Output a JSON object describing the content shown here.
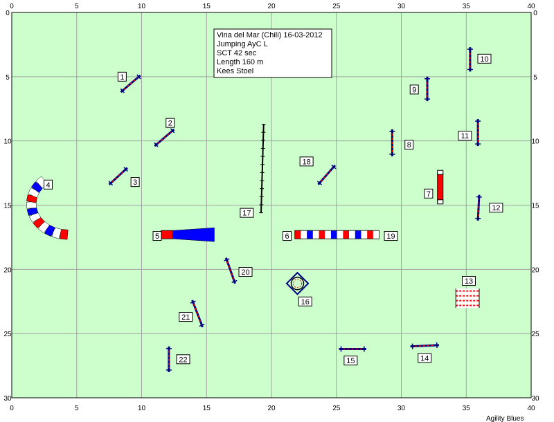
{
  "info": {
    "lines": [
      "Vina del Mar (Chili) 16-03-2012",
      "Jumping AyC L",
      "SCT 42 sec",
      "Length 160 m",
      "Kees Stoel"
    ]
  },
  "axes": {
    "x_ticks": [
      0,
      5,
      10,
      15,
      20,
      25,
      30,
      35,
      40
    ],
    "y_ticks": [
      0,
      5,
      10,
      15,
      20,
      25,
      30
    ],
    "x_range": [
      0,
      40
    ],
    "y_range": [
      0,
      30
    ],
    "grid": true
  },
  "colors": {
    "field": "#ccffcc",
    "grid": "#a0a0a0",
    "red": "#ff0000",
    "blue": "#0000ff",
    "pole": "#000080",
    "wing": "#000000"
  },
  "obstacles": [
    {
      "num": "1",
      "type": "jump",
      "x1": 8.4,
      "y1": 6.2,
      "x2": 9.9,
      "y2": 4.9,
      "lx": 8.5,
      "ly": 5.0
    },
    {
      "num": "2",
      "type": "jump",
      "x1": 11.0,
      "y1": 10.4,
      "x2": 12.5,
      "y2": 9.1,
      "lx": 12.2,
      "ly": 8.6
    },
    {
      "num": "3",
      "type": "jump",
      "x1": 7.5,
      "y1": 13.4,
      "x2": 8.9,
      "y2": 12.1,
      "lx": 9.5,
      "ly": 13.2
    },
    {
      "num": "4",
      "type": "curved-tunnel",
      "lx": 2.8,
      "ly": 13.4
    },
    {
      "num": "5",
      "type": "chute",
      "lx": 11.2,
      "ly": 17.4
    },
    {
      "num": "6",
      "type": "tunnel",
      "lx": 21.2,
      "ly": 17.4
    },
    {
      "num": "7",
      "type": "wall",
      "lx": 32.1,
      "ly": 14.1
    },
    {
      "num": "8",
      "type": "jump",
      "x1": 29.3,
      "y1": 11.2,
      "x2": 29.3,
      "y2": 9.1,
      "lx": 30.6,
      "ly": 10.3
    },
    {
      "num": "9",
      "type": "jump",
      "x1": 32.0,
      "y1": 6.9,
      "x2": 32.0,
      "y2": 5.0,
      "lx": 31.0,
      "ly": 6.0
    },
    {
      "num": "10",
      "type": "jump",
      "x1": 35.3,
      "y1": 4.6,
      "x2": 35.3,
      "y2": 2.7,
      "lx": 36.4,
      "ly": 3.6
    },
    {
      "num": "11",
      "type": "jump",
      "x1": 35.9,
      "y1": 10.4,
      "x2": 35.9,
      "y2": 8.3,
      "lx": 34.9,
      "ly": 9.6
    },
    {
      "num": "12",
      "type": "jump",
      "x1": 35.9,
      "y1": 16.2,
      "x2": 36.0,
      "y2": 14.2,
      "lx": 37.3,
      "ly": 15.2
    },
    {
      "num": "13",
      "type": "long-jump",
      "lx": 35.2,
      "ly": 20.9
    },
    {
      "num": "14",
      "type": "jump",
      "x1": 30.7,
      "y1": 26.0,
      "x2": 32.9,
      "y2": 25.9,
      "lx": 31.8,
      "ly": 26.9
    },
    {
      "num": "15",
      "type": "jump",
      "x1": 25.2,
      "y1": 26.2,
      "x2": 27.3,
      "y2": 26.2,
      "lx": 26.1,
      "ly": 27.1
    },
    {
      "num": "16",
      "type": "tire",
      "lx": 22.6,
      "ly": 22.5
    },
    {
      "num": "17",
      "type": "weave",
      "lx": 18.1,
      "ly": 15.6
    },
    {
      "num": "18",
      "type": "jump",
      "x1": 23.6,
      "y1": 13.4,
      "x2": 24.9,
      "y2": 11.9,
      "lx": 22.7,
      "ly": 11.6
    },
    {
      "num": "19",
      "type": "tunnel-exit",
      "lx": 29.2,
      "ly": 17.4
    },
    {
      "num": "20",
      "type": "jump",
      "x1": 16.5,
      "y1": 19.1,
      "x2": 17.2,
      "y2": 21.1,
      "lx": 18.0,
      "ly": 20.2
    },
    {
      "num": "21",
      "type": "jump",
      "x1": 13.9,
      "y1": 22.4,
      "x2": 14.7,
      "y2": 24.5,
      "lx": 13.4,
      "ly": 23.7
    },
    {
      "num": "22",
      "type": "jump",
      "x1": 12.1,
      "y1": 26.0,
      "x2": 12.1,
      "y2": 28.0,
      "lx": 13.2,
      "ly": 27.0
    }
  ],
  "brand": "Agility Blues"
}
